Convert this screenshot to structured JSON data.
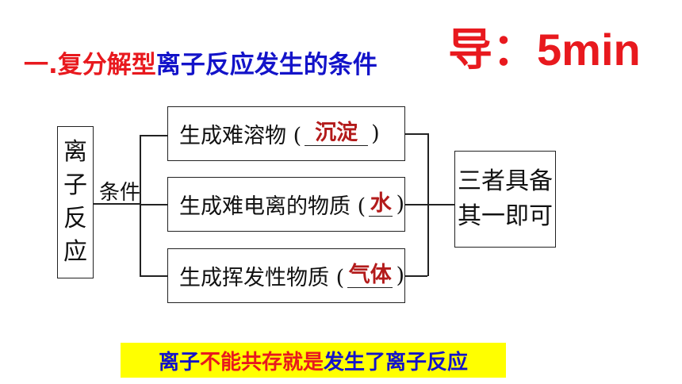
{
  "title": {
    "part1": "一.复分解型",
    "part2": "离子反应发生的条件"
  },
  "timer": "导：5min",
  "diagram": {
    "left_box": [
      "离",
      "子",
      "反",
      "应"
    ],
    "condition_label": "条件",
    "conditions": [
      {
        "prefix": "生成难溶物 (",
        "answer": "沉淀",
        "suffix": ")"
      },
      {
        "prefix": "生成难电离的物质 (",
        "answer": "水",
        "suffix": ")"
      },
      {
        "prefix": "生成挥发性物质 (",
        "answer": "气体",
        "suffix": ")"
      }
    ],
    "result_lines": [
      "三者具备",
      "其一即可"
    ]
  },
  "banner": {
    "part1": "离子",
    "part2": "不能共存就是",
    "part3": "发生了离子反应"
  },
  "colors": {
    "red": "#e8191e",
    "blue": "#1313c9",
    "answer": "#b31b1b",
    "banner_bg": "#ffff00"
  }
}
